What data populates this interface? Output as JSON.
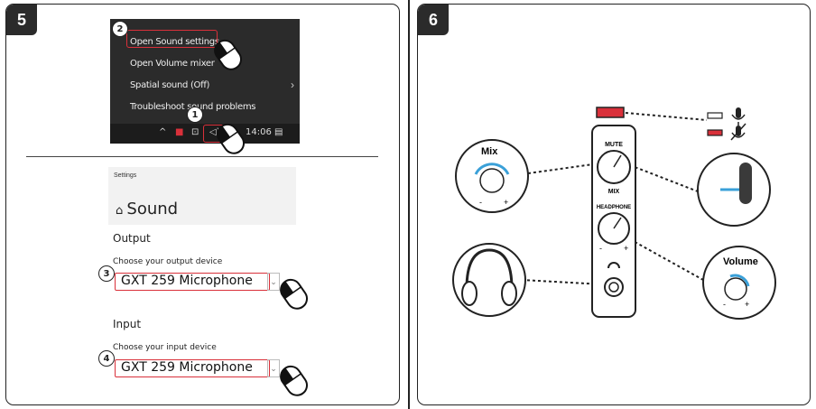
{
  "step5": {
    "number": "5",
    "context_menu": [
      "Open Sound settings",
      "Open Volume mixer",
      "Spatial sound (Off)",
      "Troubleshoot sound problems"
    ],
    "taskbar_time": "14:06",
    "callouts": [
      "1",
      "2",
      "3",
      "4"
    ],
    "settings_small": "Settings",
    "settings_title": "Sound",
    "output_heading": "Output",
    "output_prompt": "Choose your output device",
    "output_device": "GXT 259 Microphone",
    "input_heading": "Input",
    "input_prompt": "Choose your input device",
    "input_device": "GXT 259 Microphone"
  },
  "step6": {
    "number": "6",
    "mix_label": "Mix",
    "volume_label": "Volume",
    "device_labels": [
      "MUTE",
      "MIX",
      "HEADPHONE"
    ],
    "minus": "-",
    "plus": "+",
    "colors": {
      "mute_red": "#d9303a",
      "callout_red": "#d9303a",
      "dark": "#2b2b2b"
    }
  }
}
